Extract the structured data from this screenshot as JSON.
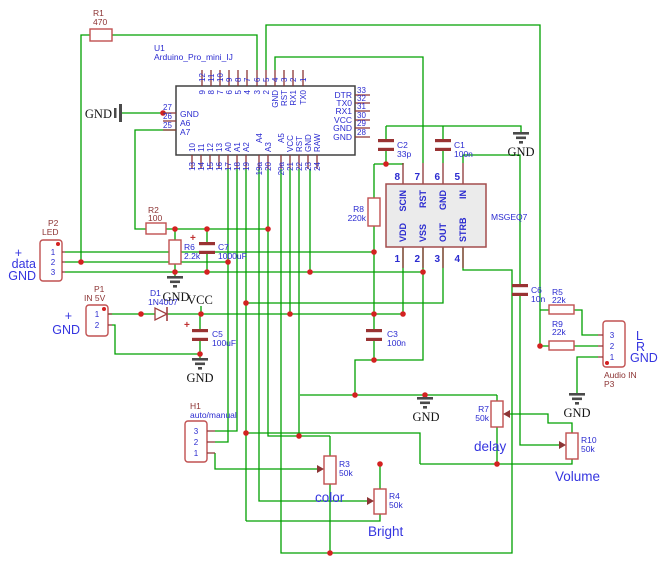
{
  "power": {
    "vcc": "VCC",
    "gnd": "GND",
    "plus": "+"
  },
  "u1": {
    "ref": "U1",
    "value": "Arduino_Pro_mini_IJ",
    "top_outer": [
      "12",
      "11",
      "10",
      "9",
      "8",
      "7",
      "6",
      "5",
      "4",
      "3",
      "2",
      "1"
    ],
    "top_inner": [
      "9",
      "8",
      "7",
      "6",
      "5",
      "4",
      "3",
      "2",
      "GND",
      "RST",
      "RX1",
      "TX0"
    ],
    "left_nums": [
      "27",
      "26",
      "25"
    ],
    "left_names": [
      "GND",
      "A6",
      "A7"
    ],
    "right_nums": [
      "33",
      "32",
      "31",
      "30",
      "29",
      "28"
    ],
    "right_names": [
      "DTR",
      "TX0",
      "RX1",
      "VCC",
      "GND",
      "GND"
    ],
    "bottom_inner": [
      "10",
      "11",
      "12",
      "13",
      "A0",
      "A1",
      "A2",
      "A4",
      "A3",
      "A5",
      "VCC",
      "RST",
      "GND",
      "RAW"
    ],
    "bottom_outer": [
      "13",
      "14",
      "15",
      "16",
      "17",
      "18",
      "19",
      "19a",
      "20",
      "20a",
      "21",
      "22",
      "23",
      "24"
    ]
  },
  "u2": {
    "value": "MSGEQ7",
    "top_nums": [
      "8",
      "7",
      "6",
      "5"
    ],
    "top_names": [
      "SCIN",
      "RST",
      "GND",
      "IN"
    ],
    "bottom_nums": [
      "1",
      "2",
      "3",
      "4"
    ],
    "bottom_names": [
      "VDD",
      "VSS",
      "OUT",
      "STRB"
    ]
  },
  "parts": {
    "r1": {
      "ref": "R1",
      "val": "470"
    },
    "r2": {
      "ref": "R2",
      "val": "100"
    },
    "r3": {
      "ref": "R3",
      "val": "50k"
    },
    "r4": {
      "ref": "R4",
      "val": "50k"
    },
    "r5": {
      "ref": "R5",
      "val": "22k"
    },
    "r6": {
      "ref": "R6",
      "val": "2.2k"
    },
    "r7": {
      "ref": "R7",
      "val": "50k"
    },
    "r8": {
      "ref": "R8",
      "val": "220k"
    },
    "r9": {
      "ref": "R9",
      "val": "22k"
    },
    "r10": {
      "ref": "R10",
      "val": "50k"
    },
    "c1": {
      "ref": "C1",
      "val": "100n"
    },
    "c2": {
      "ref": "C2",
      "val": "33p"
    },
    "c3": {
      "ref": "C3",
      "val": "100n"
    },
    "c5": {
      "ref": "C5",
      "val": "100uF"
    },
    "c6": {
      "ref": "C6",
      "val": "10n"
    },
    "c7": {
      "ref": "C7",
      "val": "1000uF"
    },
    "d1": {
      "ref": "D1",
      "val": "1N4007"
    },
    "p1": {
      "ref": "P1",
      "val": "IN 5V"
    },
    "p2": {
      "ref": "P2",
      "val": "LED"
    },
    "p3": {
      "ref": "P3",
      "val": "Audio IN"
    },
    "h1": {
      "ref": "H1",
      "val": "auto/manual"
    }
  },
  "pins": {
    "p1": [
      "1",
      "2"
    ],
    "p2": [
      "1",
      "2",
      "3"
    ],
    "p3": [
      "3",
      "2",
      "1"
    ],
    "h1": [
      "3",
      "2",
      "1"
    ]
  },
  "nets": {
    "p2": [
      "+",
      "data",
      "GND"
    ],
    "p1": [
      "+",
      "GND"
    ],
    "p3": [
      "L",
      "R",
      "GND"
    ],
    "color": "color",
    "bright": "Bright",
    "delay": "delay",
    "volume": "Volume"
  }
}
